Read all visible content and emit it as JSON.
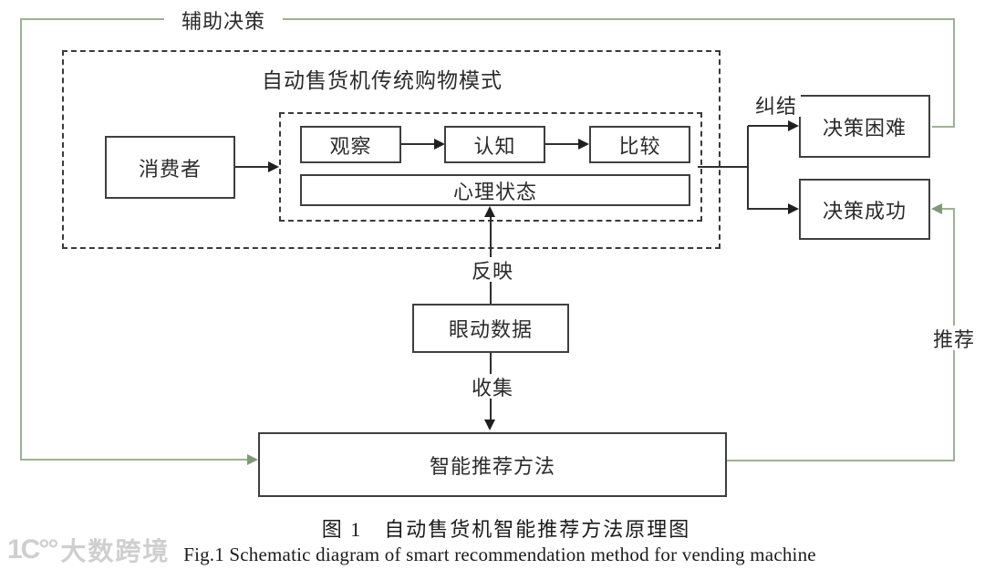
{
  "diagram": {
    "labels": {
      "aux_decision": "辅助决策",
      "tangled": "纠结",
      "reflect": "反映",
      "collect": "收集",
      "recommend": "推荐"
    },
    "traditional": {
      "title": "自动售货机传统购物模式",
      "consumer": "消费者",
      "steps": [
        "观察",
        "认知",
        "比较"
      ],
      "mental_state": "心理状态"
    },
    "outcomes": {
      "difficult": "决策困难",
      "success": "决策成功"
    },
    "eye_data": "眼动数据",
    "smart_method": "智能推荐方法"
  },
  "caption": {
    "zh": "图 1　自动售货机智能推荐方法原理图",
    "en": "Fig.1 Schematic diagram of smart recommendation method for vending machine"
  },
  "watermark": {
    "logo": "1C°°",
    "text": "大数跨境"
  },
  "colors": {
    "accent_green": "#9cb292",
    "line_dark": "#2f2f2f"
  }
}
